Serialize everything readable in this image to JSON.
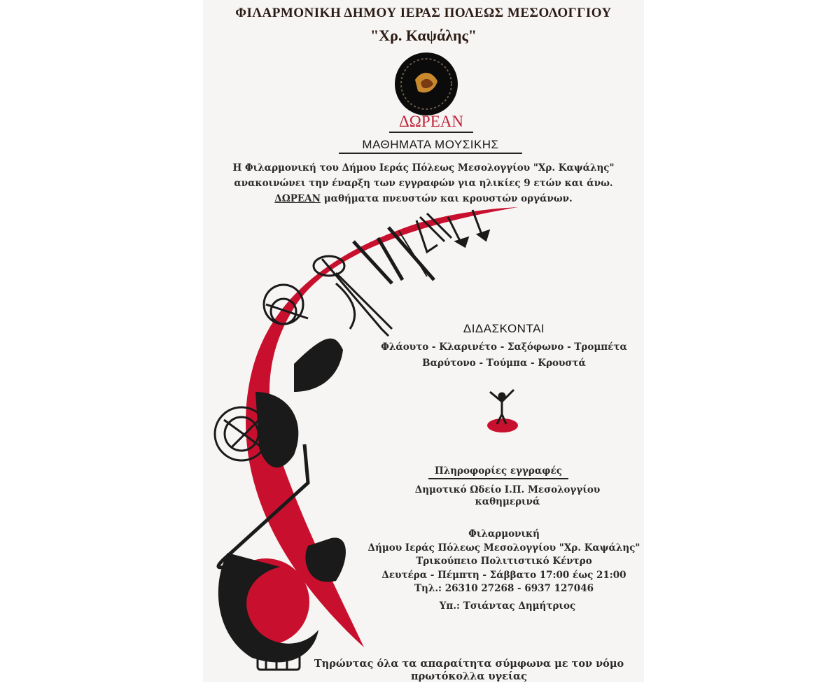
{
  "header": {
    "line1": "ΦΙΛΑΡΜΟΝΙΚΗ ΔΗΜΟΥ ΙΕΡΑΣ ΠΟΛΕΩΣ ΜΕΣΟΛΟΓΓΙΟΥ",
    "line2": "\"Χρ. Καψάλης\""
  },
  "free_title": "ΔΩΡΕΑΝ",
  "lessons_title": "ΜΑΘΗΜΑΤΑ ΜΟΥΣΙΚΗΣ",
  "intro": {
    "line1": "Η Φιλαρμονική του Δήμου Ιεράς Πόλεως Μεσολογγίου \"Χρ. Καψάλης\"",
    "line2": "ανακοινώνει την έναρξη των εγγραφών για ηλικίες 9 ετών και άνω.",
    "line3_free": "ΔΩΡΕΑΝ",
    "line3_rest": " μαθήματα πνευστών και κρουστών οργάνων."
  },
  "taught": {
    "title": "ΔΙΔΑΣΚΟΝΤΑΙ",
    "line1": "Φλάουτο - Κλαρινέτο - Σαξόφωνο - Τρομπέτα",
    "line2": "Βαρύτονο - Τούμπα - Κρουστά"
  },
  "info": {
    "title": "Πληροφορίες εγγραφές",
    "odeio_line1": "Δημοτικό Ωδείο Ι.Π. Μεσολογγίου",
    "odeio_line2": "καθημερινά",
    "phil_line1": "Φιλαρμονική",
    "phil_line2": "Δήμου Ιεράς Πόλεως Μεσολογγίου \"Χρ. Καψάλης\"",
    "phil_line3": "Τρικούπειο Πολιτιστικό Κέντρο",
    "phil_line4": "Δευτέρα - Πέμπτη - Σάββατο 17:00 έως 21:00",
    "phil_line5": "Τηλ.: 26310 27268 - 6937 127046",
    "responsible": "Υπ.: Τσιάντας Δημήτριος"
  },
  "covid": {
    "line1": "Τηρώντας όλα τα απαραίτητα σύμφωνα με τον νόμο",
    "line2": "πρωτόκολλα υγείας"
  },
  "colors": {
    "accent_red": "#c8102e",
    "text_dark": "#2a1a12",
    "emblem_gold": "#c98a2e"
  }
}
